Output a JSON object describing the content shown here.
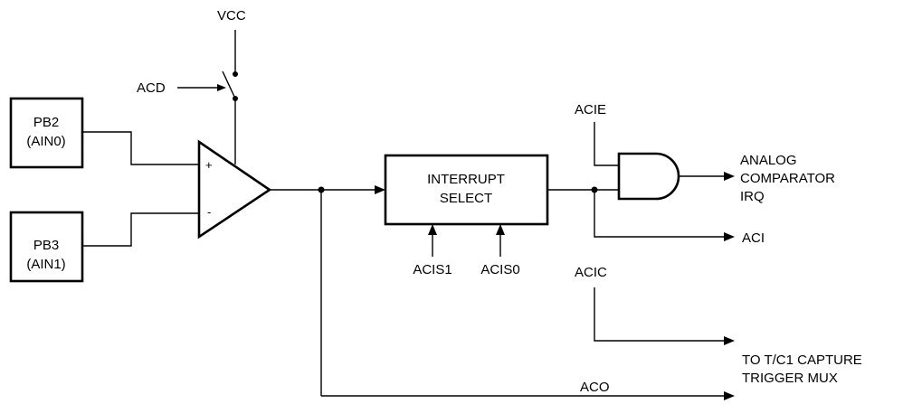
{
  "diagram": {
    "labels": {
      "vcc": "VCC",
      "acd": "ACD",
      "pb2_line1": "PB2",
      "pb2_line2": "(AIN0)",
      "pb3_line1": "PB3",
      "pb3_line2": "(AIN1)",
      "plus": "+",
      "minus": "-",
      "interrupt_line1": "INTERRUPT",
      "interrupt_line2": "SELECT",
      "acis1": "ACIS1",
      "acis0": "ACIS0",
      "acie": "ACIE",
      "irq_line1": "ANALOG",
      "irq_line2": "COMPARATOR",
      "irq_line3": "IRQ",
      "aci": "ACI",
      "acic": "ACIC",
      "capture_line1": "TO T/C1 CAPTURE",
      "capture_line2": "TRIGGER MUX",
      "aco": "ACO"
    }
  }
}
